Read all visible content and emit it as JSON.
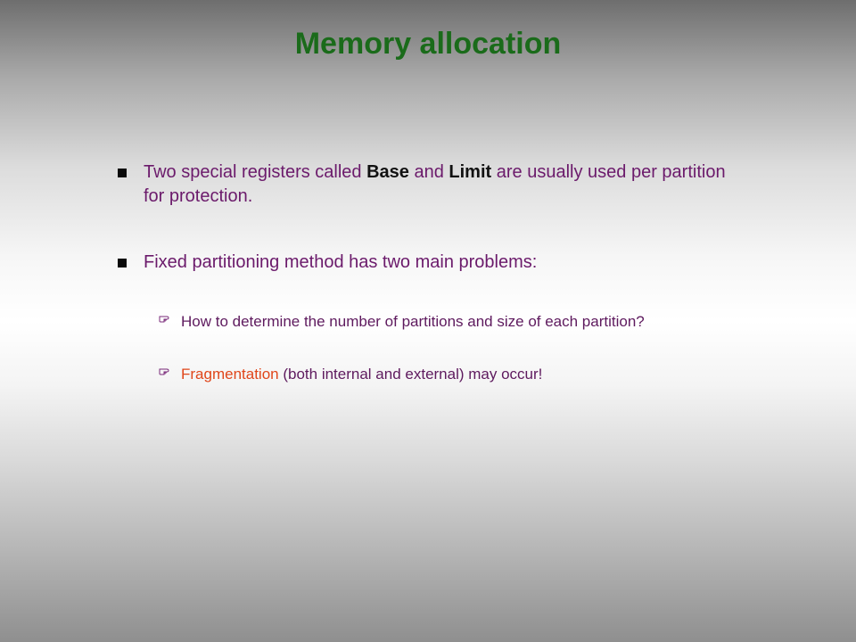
{
  "slide": {
    "title": "Memory allocation",
    "bullets": [
      {
        "pre": "Two special registers called ",
        "kw1": "Base",
        "mid": " and ",
        "kw2": "Limit",
        "post": " are usually used per partition for protection."
      },
      {
        "text": "Fixed partitioning method has two main problems:"
      }
    ],
    "sub_bullets": [
      {
        "text": "How to determine the number of partitions and size of each partition?"
      },
      {
        "highlight": "Fragmentation",
        "rest": " (both internal and external) may occur!"
      }
    ],
    "icons": {
      "bullet": "square-bullet-icon",
      "sub_bullet": "pointing-hand-icon"
    },
    "colors": {
      "title": "#1a6b1a",
      "bullet_text": "#6b1a6b",
      "keyword": "#111111",
      "highlight": "#e0461a"
    }
  }
}
